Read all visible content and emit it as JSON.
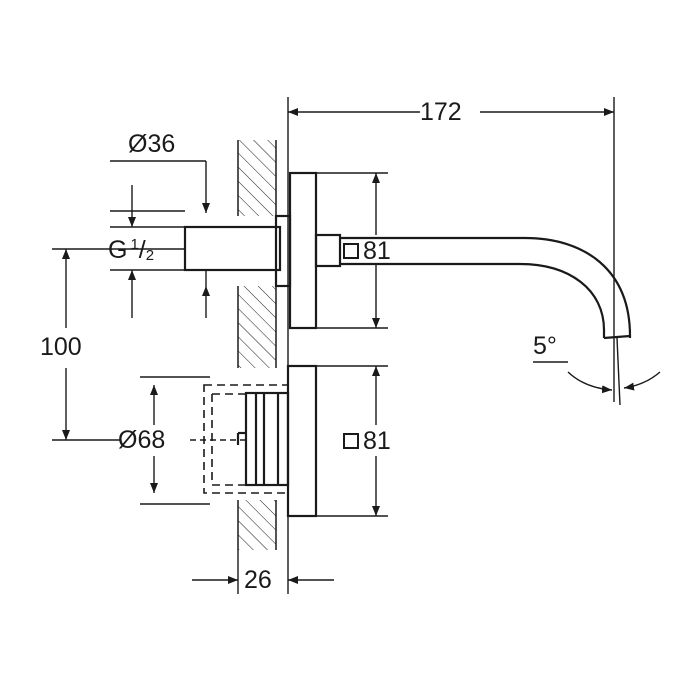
{
  "drawing": {
    "dim_width_total": "172",
    "dim_diameter_inlet": "Ø36",
    "thread": {
      "prefix": "G",
      "numerator": "1",
      "separator": "/",
      "denominator": "2"
    },
    "dim_square_upper": "81",
    "dim_square_lower": "81",
    "dim_height": "100",
    "dim_diameter_valve": "Ø68",
    "dim_angle": "5°",
    "dim_wall": "26"
  }
}
